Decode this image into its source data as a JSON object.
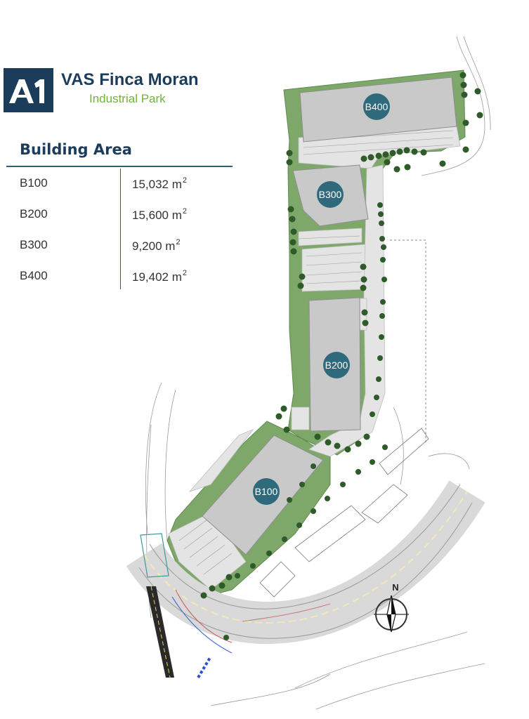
{
  "brand": {
    "logo_text": "A1",
    "title": "VAS Finca Moran",
    "subtitle": "Industrial Park"
  },
  "area_table": {
    "heading": "Building Area",
    "unit_sup": "2",
    "rows": [
      {
        "building": "B100",
        "value": "15,032 m"
      },
      {
        "building": "B200",
        "value": "15,600 m"
      },
      {
        "building": "B300",
        "value": "9,200 m"
      },
      {
        "building": "B400",
        "value": "19,402 m"
      }
    ]
  },
  "site_plan": {
    "buildings": [
      "B100",
      "B200",
      "B300",
      "B400"
    ],
    "north_label": "N"
  },
  "colors": {
    "brand_navy": "#1c3c5c",
    "brand_green": "#6fb33a",
    "label_circle": "#2e6a7c",
    "building_fill": "#c9c9c9",
    "greenspace": "#7ea86a",
    "trees": "#2f5a29"
  }
}
